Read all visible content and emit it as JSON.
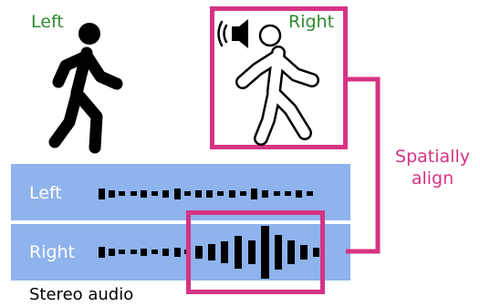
{
  "figure": {
    "top_left_label": "Left",
    "top_right_label": "Right",
    "align_label_line1": "Spatially",
    "align_label_line2": "align",
    "caption": "Stereo audio"
  },
  "tracks": [
    {
      "label": "Left",
      "color": "#8fb3ec"
    },
    {
      "label": "Right",
      "color": "#8fb3ec"
    }
  ],
  "colors": {
    "highlight": "#d63384",
    "label_green": "#2e8b2e",
    "track_fill": "#8fb3ec"
  },
  "icons": {
    "left_figure": "walking-person-solid-icon",
    "right_figure": "walking-person-outline-icon",
    "sound_source": "speaker-icon"
  }
}
